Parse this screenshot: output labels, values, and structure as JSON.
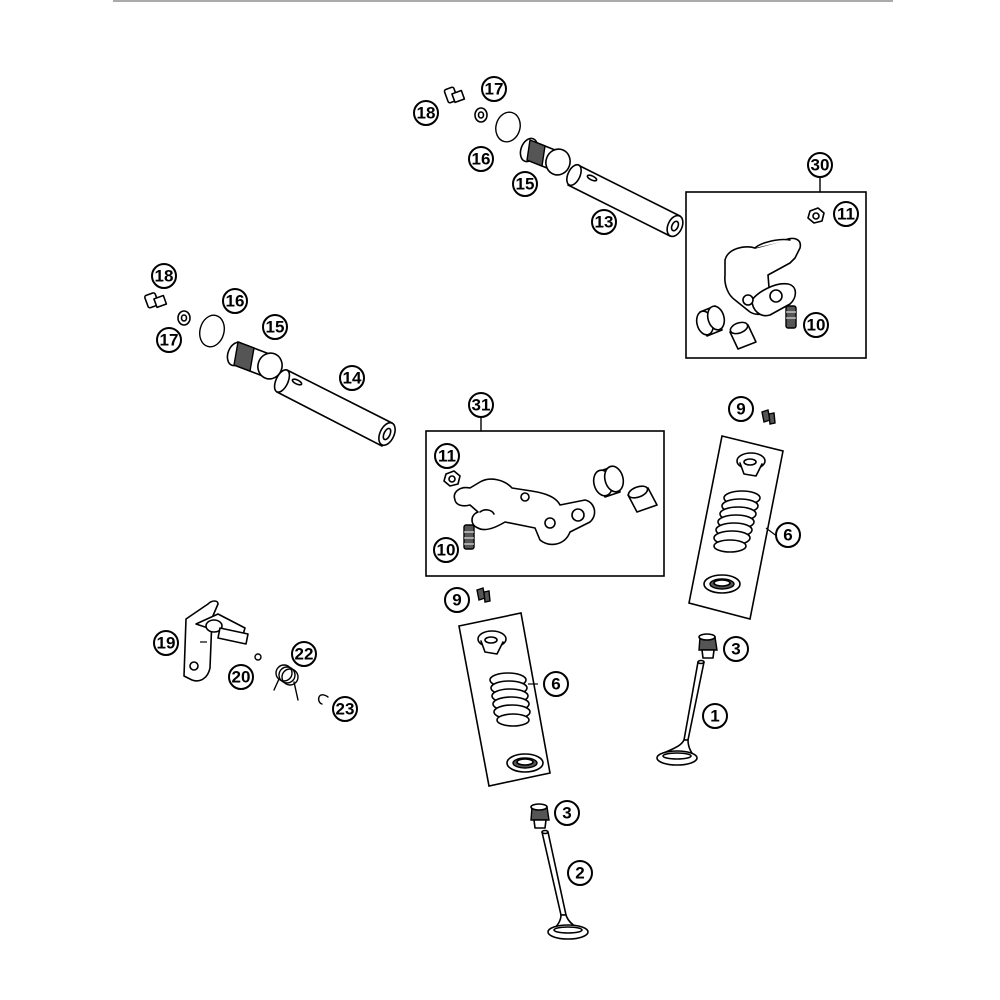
{
  "diagram": {
    "callouts": [
      {
        "id": "c18a",
        "label": "18"
      },
      {
        "id": "c17a",
        "label": "17"
      },
      {
        "id": "c16a",
        "label": "16"
      },
      {
        "id": "c15a",
        "label": "15"
      },
      {
        "id": "c13",
        "label": "13"
      },
      {
        "id": "c30",
        "label": "30"
      },
      {
        "id": "c11a",
        "label": "11"
      },
      {
        "id": "c10a",
        "label": "10"
      },
      {
        "id": "c18b",
        "label": "18"
      },
      {
        "id": "c16b",
        "label": "16"
      },
      {
        "id": "c17b",
        "label": "17"
      },
      {
        "id": "c15b",
        "label": "15"
      },
      {
        "id": "c14",
        "label": "14"
      },
      {
        "id": "c31",
        "label": "31"
      },
      {
        "id": "c11b",
        "label": "11"
      },
      {
        "id": "c10b",
        "label": "10"
      },
      {
        "id": "c9a",
        "label": "9"
      },
      {
        "id": "c6a",
        "label": "6"
      },
      {
        "id": "c9b",
        "label": "9"
      },
      {
        "id": "c6b",
        "label": "6"
      },
      {
        "id": "c3a",
        "label": "3"
      },
      {
        "id": "c1",
        "label": "1"
      },
      {
        "id": "c3b",
        "label": "3"
      },
      {
        "id": "c2",
        "label": "2"
      },
      {
        "id": "c19",
        "label": "19"
      },
      {
        "id": "c20",
        "label": "20"
      },
      {
        "id": "c22",
        "label": "22"
      },
      {
        "id": "c23",
        "label": "23"
      }
    ]
  }
}
